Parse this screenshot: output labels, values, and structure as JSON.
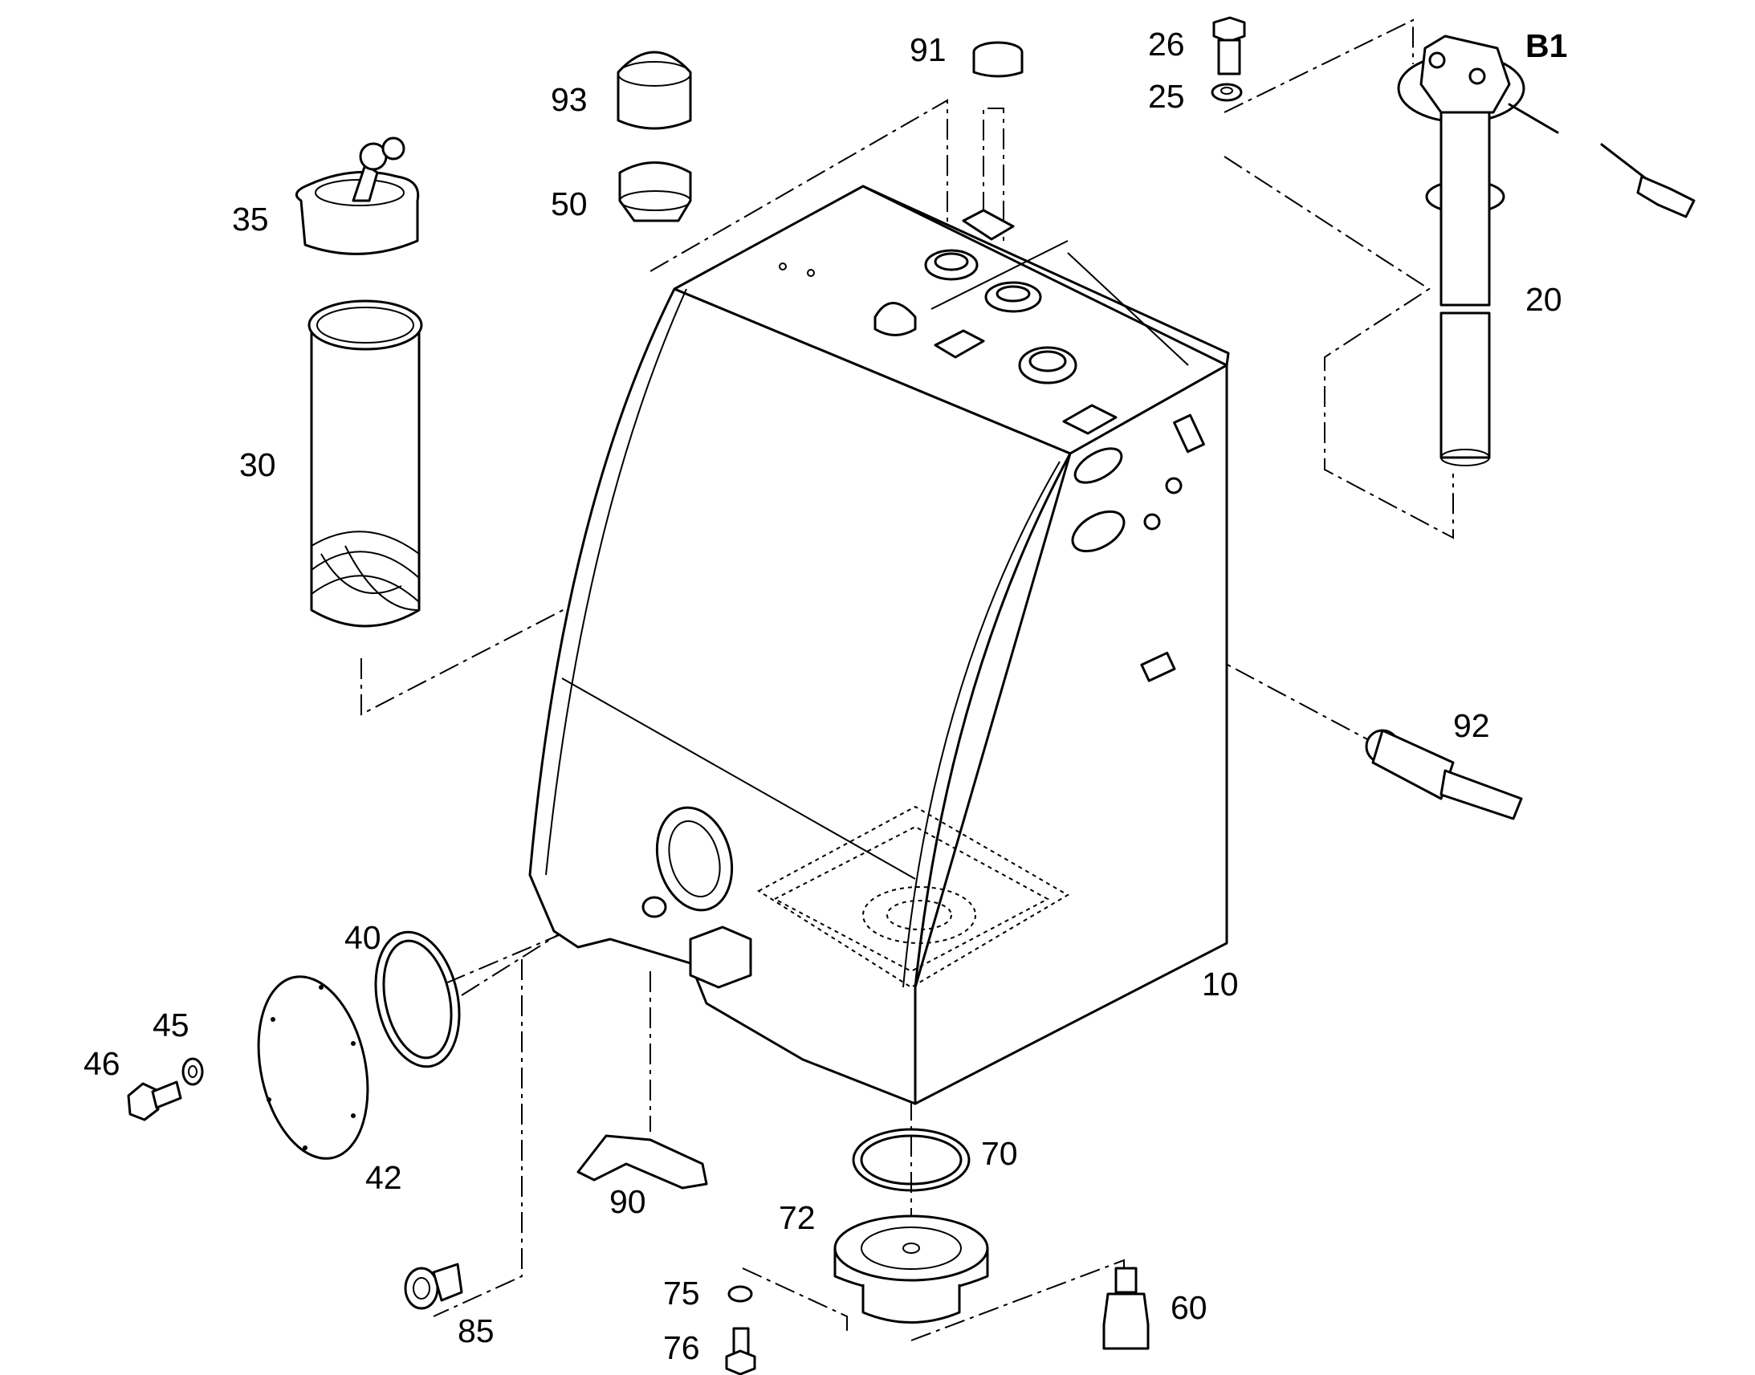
{
  "diagram": {
    "callouts": {
      "c10": "10",
      "c20": "20",
      "c25": "25",
      "c26": "26",
      "c30": "30",
      "c35": "35",
      "c40": "40",
      "c42": "42",
      "c45": "45",
      "c46": "46",
      "c50": "50",
      "c60": "60",
      "c70": "70",
      "c72": "72",
      "c75": "75",
      "c76": "76",
      "c85": "85",
      "c90": "90",
      "c91": "91",
      "c92": "92",
      "c93": "93",
      "cB1": "B1"
    }
  }
}
